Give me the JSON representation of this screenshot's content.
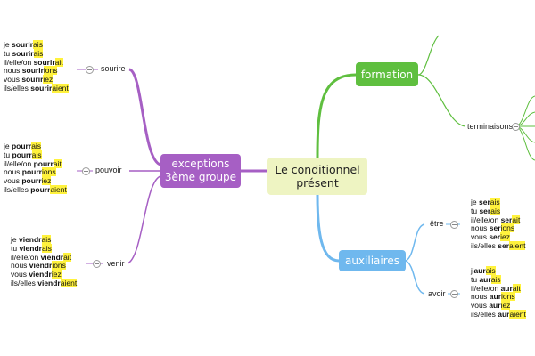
{
  "central": {
    "line1": "Le conditionnel",
    "line2": "présent"
  },
  "exceptions": {
    "line1": "exceptions",
    "line2": "3ème groupe"
  },
  "formation": {
    "label": "formation"
  },
  "auxiliaires": {
    "label": "auxiliaires"
  },
  "terminaisons": {
    "label": "terminaisons"
  },
  "verbs": {
    "sourire": {
      "label": "sourire",
      "lines": [
        {
          "pronoun": "je ",
          "stem": "sourir",
          "ending": "ais"
        },
        {
          "pronoun": "tu ",
          "stem": "sourir",
          "ending": "ais"
        },
        {
          "pronoun": "il/elle/on ",
          "stem": "sourir",
          "ending": "ait"
        },
        {
          "pronoun": "nous ",
          "stem": "sourir",
          "ending": "ions"
        },
        {
          "pronoun": "vous ",
          "stem": "sourir",
          "ending": "iez"
        },
        {
          "pronoun": "ils/elles ",
          "stem": "sourir",
          "ending": "aient"
        }
      ]
    },
    "pouvoir": {
      "label": "pouvoir",
      "lines": [
        {
          "pronoun": "je ",
          "stem": "pourr",
          "ending": "ais"
        },
        {
          "pronoun": "tu ",
          "stem": "pourr",
          "ending": "ais"
        },
        {
          "pronoun": "il/elle/on ",
          "stem": "pourr",
          "ending": "ait"
        },
        {
          "pronoun": "nous ",
          "stem": "pourr",
          "ending": "ions"
        },
        {
          "pronoun": "vous ",
          "stem": "pourr",
          "ending": "iez"
        },
        {
          "pronoun": "ils/elles ",
          "stem": "pourr",
          "ending": "aient"
        }
      ]
    },
    "venir": {
      "label": "venir",
      "lines": [
        {
          "pronoun": "je ",
          "stem": "viendr",
          "ending": "ais"
        },
        {
          "pronoun": "tu ",
          "stem": "viendr",
          "ending": "ais"
        },
        {
          "pronoun": "il/elle/on ",
          "stem": "viendr",
          "ending": "ait"
        },
        {
          "pronoun": "nous ",
          "stem": "viendr",
          "ending": "ions"
        },
        {
          "pronoun": "vous ",
          "stem": "viendr",
          "ending": "iez"
        },
        {
          "pronoun": "ils/elles ",
          "stem": "viendr",
          "ending": "aient"
        }
      ]
    },
    "etre": {
      "label": "être",
      "lines": [
        {
          "pronoun": "je ",
          "stem": "ser",
          "ending": "ais"
        },
        {
          "pronoun": "tu ",
          "stem": "ser",
          "ending": "ais"
        },
        {
          "pronoun": "il/elle/on ",
          "stem": "ser",
          "ending": "ait"
        },
        {
          "pronoun": "nous ",
          "stem": "ser",
          "ending": "ions"
        },
        {
          "pronoun": "vous ",
          "stem": "ser",
          "ending": "iez"
        },
        {
          "pronoun": "ils/elles ",
          "stem": "ser",
          "ending": "aient"
        }
      ]
    },
    "avoir": {
      "label": "avoir",
      "lines": [
        {
          "pronoun": "j'",
          "stem": "aur",
          "ending": "ais"
        },
        {
          "pronoun": "tu ",
          "stem": "aur",
          "ending": "ais"
        },
        {
          "pronoun": "il/elle/on ",
          "stem": "aur",
          "ending": "ait"
        },
        {
          "pronoun": "nous ",
          "stem": "aur",
          "ending": "ions"
        },
        {
          "pronoun": "vous ",
          "stem": "aur",
          "ending": "iez"
        },
        {
          "pronoun": "ils/elles ",
          "stem": "aur",
          "ending": "aient"
        }
      ]
    }
  },
  "colors": {
    "purple": "#a65fc4",
    "green": "#5fbf3f",
    "blue": "#6fb8ee",
    "central_fill": "#eef4c2",
    "highlight": "#fff23d"
  }
}
